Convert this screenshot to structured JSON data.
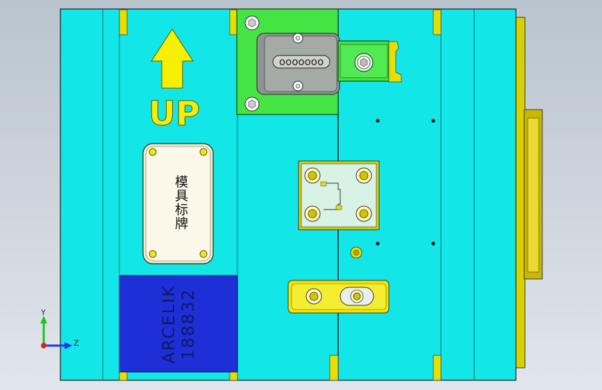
{
  "view": {
    "background_colors": [
      "#b9c4cf",
      "#e1e6ec"
    ],
    "mold_color": "#13e6e6",
    "accent_yellow": "#f5f000",
    "slider_green": "#44e444",
    "plate_blue": "#1f2fd8"
  },
  "labels": {
    "up_text": "UP",
    "nameplate_text": "模具标牌",
    "company": "ARCELIK",
    "mold_number": "188832"
  },
  "triad": {
    "y_label": "Y",
    "z_label": "Z"
  },
  "slider": {
    "slot_text": "ooooooo"
  }
}
